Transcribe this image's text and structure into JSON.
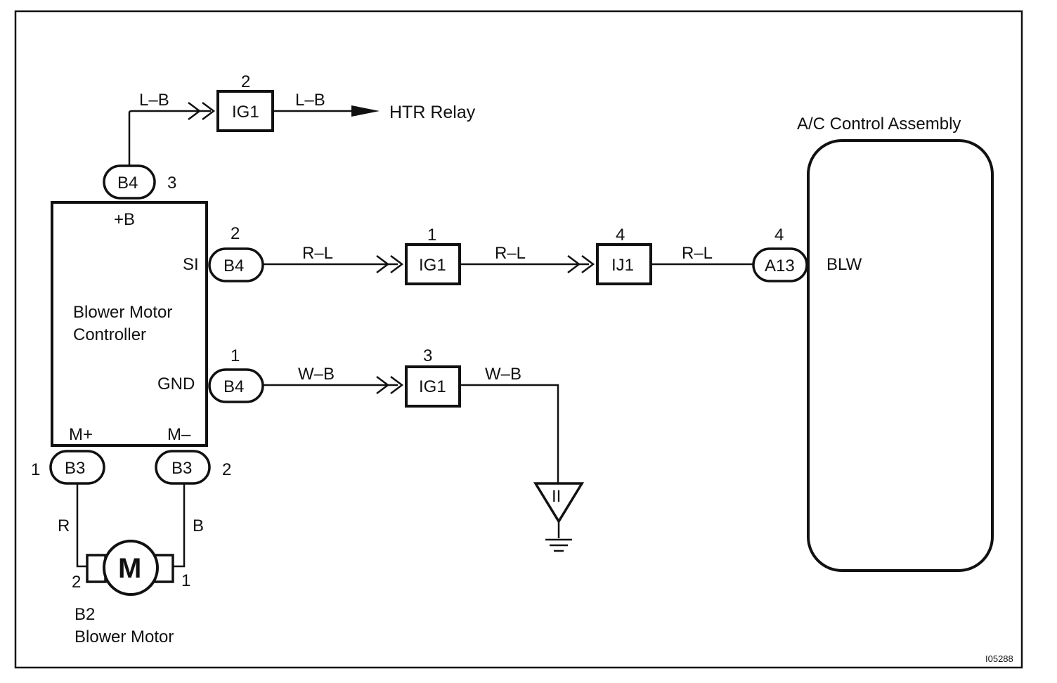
{
  "diagram": {
    "image_code": "I05288",
    "controller": {
      "name_line1": "Blower Motor",
      "name_line2": "Controller",
      "pin_b": "+B",
      "pin_si": "SI",
      "pin_gnd": "GND",
      "pin_mp": "M+",
      "pin_mm": "M–"
    },
    "ac_control": {
      "title": "A/C Control Assembly",
      "pin_label": "BLW"
    },
    "htr_relay": "HTR Relay",
    "blower_motor": {
      "id": "B2",
      "name": "Blower Motor",
      "symbol": "M",
      "pin_left": "2",
      "pin_right": "1"
    },
    "connectors": {
      "b4_top": {
        "label": "B4",
        "pin": "3"
      },
      "b4_si": {
        "label": "B4",
        "pin": "2"
      },
      "b4_gnd": {
        "label": "B4",
        "pin": "1"
      },
      "b3_left": {
        "label": "B3",
        "pin": "1"
      },
      "b3_right": {
        "label": "B3",
        "pin": "2"
      },
      "a13": {
        "label": "A13",
        "pin": "4"
      }
    },
    "junctions": {
      "ig1_top": {
        "label": "IG1",
        "pin": "2"
      },
      "ig1_mid": {
        "label": "IG1",
        "pin": "1"
      },
      "ij1": {
        "label": "IJ1",
        "pin": "4"
      },
      "ig1_low": {
        "label": "IG1",
        "pin": "3"
      }
    },
    "wires": {
      "top_in": "L–B",
      "top_out": "L–B",
      "si_1": "R–L",
      "si_2": "R–L",
      "si_3": "R–L",
      "gnd_1": "W–B",
      "gnd_2": "W–B",
      "motor_left": "R",
      "motor_right": "B"
    },
    "ground_symbol": "II"
  }
}
